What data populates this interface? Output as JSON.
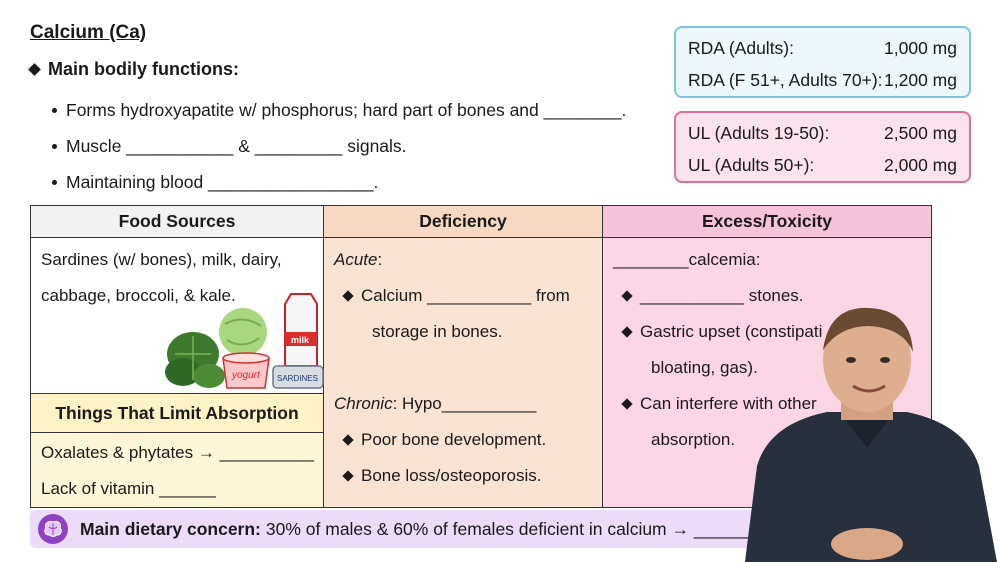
{
  "header": {
    "title": "Calcium (Ca)",
    "main_functions_label": "Main bodily functions:",
    "bullets": [
      "Forms hydroxyapatite w/ phosphorus; hard part of bones and ________.",
      "Muscle ___________ & _________ signals.",
      "Maintaining blood _________________."
    ]
  },
  "rda": {
    "rows": [
      {
        "label": "RDA (Adults):",
        "value": "1,000 mg"
      },
      {
        "label": "RDA (F 51+, Adults 70+):",
        "value": "1,200 mg"
      }
    ]
  },
  "ul": {
    "rows": [
      {
        "label": "UL (Adults 19-50):",
        "value": "2,500 mg"
      },
      {
        "label": "UL (Adults 50+):",
        "value": "2,000 mg"
      }
    ]
  },
  "table": {
    "food_sources": {
      "header": "Food Sources",
      "lines": [
        "Sardines (w/ bones), milk, dairy,",
        "cabbage, broccoli, & kale."
      ],
      "art_labels": {
        "milk": "milk",
        "yogurt": "yogurt",
        "sardines": "SARDINES"
      }
    },
    "limit_absorption": {
      "header": "Things That Limit Absorption",
      "lines": [
        "Oxalates & phytates → __________",
        "Lack of vitamin ______"
      ]
    },
    "deficiency": {
      "header": "Deficiency",
      "acute_label": "Acute",
      "acute_colon": ":",
      "acute_items": [
        "Calcium ___________ from",
        "storage in bones."
      ],
      "chronic_label": "Chronic",
      "chronic_rest": ": Hypo__________",
      "chronic_items": [
        "Poor bone development.",
        "Bone loss/osteoporosis."
      ]
    },
    "excess": {
      "header": "Excess/Toxicity",
      "intro": "________calcemia:",
      "items": [
        "___________ stones.",
        "Gastric upset (constipati",
        "bloating, gas).",
        "Can interfere with other",
        "absorption."
      ]
    }
  },
  "banner": {
    "bold": "Main dietary concern:",
    "text": "30% of males & 60% of females deficient in calcium → ______"
  },
  "colors": {
    "rda_border": "#7fc4de",
    "ul_border": "#de6f9c",
    "deficiency_bg": "#f8e3d5",
    "excess_bg": "#fcd6e7",
    "limit_bg": "#fdf3c7",
    "banner_bg": "#ecdcf7",
    "brain_icon": "#8f43c4"
  }
}
